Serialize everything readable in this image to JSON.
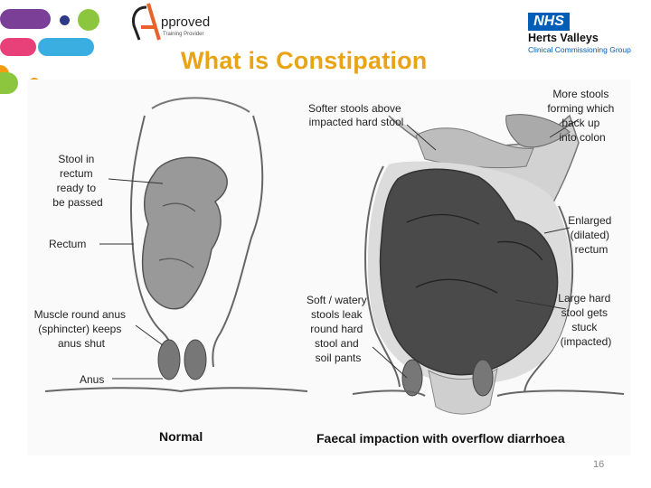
{
  "header": {
    "logo_word": "pproved",
    "logo_letter": "A",
    "logo_sub": "Training Provider",
    "title": "What is Constipation",
    "nhs_badge": "NHS",
    "nhs_org_line1": "Herts Valleys",
    "nhs_org_line2": "Clinical Commissioning Group"
  },
  "colors": {
    "title": "#e8a317",
    "nhs_blue": "#005eb8",
    "deco_purple": "#7b3f98",
    "deco_pink": "#e8417a",
    "deco_blue": "#3aaee0",
    "deco_green": "#8cc63f",
    "deco_orange": "#f39c12",
    "deco_navy": "#2e3a87"
  },
  "diagram": {
    "normal": {
      "labels": {
        "stool_in_rectum": [
          "Stool in",
          "rectum",
          "ready to",
          "be passed"
        ],
        "rectum": [
          "Rectum"
        ],
        "muscle": [
          "Muscle round anus",
          "(sphincter) keeps",
          "anus shut"
        ],
        "anus": [
          "Anus"
        ]
      },
      "caption": "Normal"
    },
    "impaction": {
      "labels": {
        "softer": [
          "Softer stools above",
          "impacted hard stool"
        ],
        "more": [
          "More stools",
          "forming which",
          "back up",
          "into colon"
        ],
        "enlarged": [
          "Enlarged",
          "(dilated)",
          "rectum"
        ],
        "soft_watery": [
          "Soft / watery",
          "stools leak",
          "round hard",
          "stool and",
          "soil pants"
        ],
        "large_hard": [
          "Large hard",
          "stool gets",
          "stuck",
          "(impacted)"
        ]
      },
      "caption": "Faecal impaction with overflow diarrhoea"
    }
  },
  "footer": {
    "page_number": "16"
  }
}
